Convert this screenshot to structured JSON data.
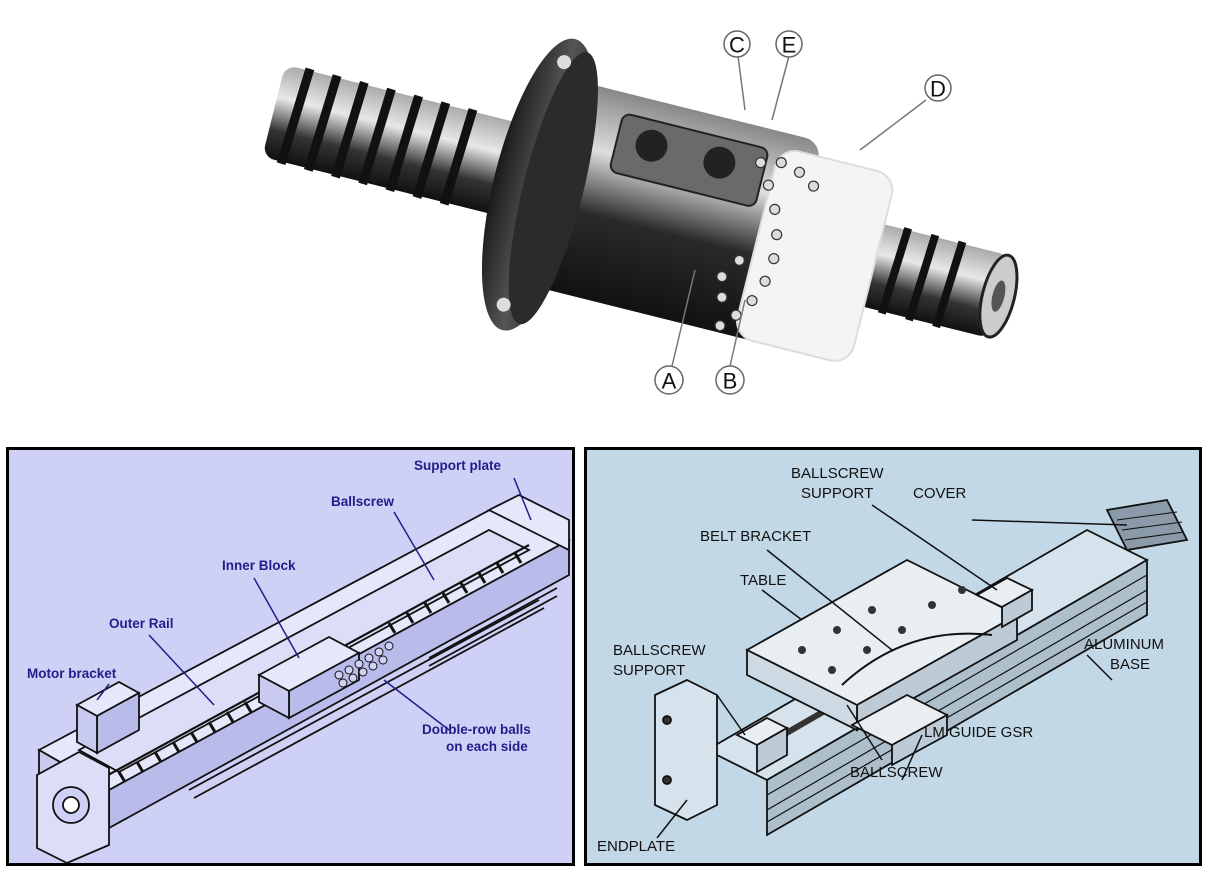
{
  "top_callouts": {
    "a": "A",
    "b": "B",
    "c": "C",
    "d": "D",
    "e": "E"
  },
  "left_labels": {
    "support_plate": "Support plate",
    "ballscrew": "Ballscrew",
    "inner_block": "Inner Block",
    "outer_rail": "Outer Rail",
    "motor_bracket": "Motor bracket",
    "double_row_1": "Double-row balls",
    "double_row_2": "on each side"
  },
  "right_labels": {
    "ballscrew_support_top_1": "BALLSCREW",
    "ballscrew_support_top_2": "SUPPORT",
    "cover": "COVER",
    "belt_bracket": "BELT BRACKET",
    "table": "TABLE",
    "ballscrew_support_left_1": "BALLSCREW",
    "ballscrew_support_left_2": "SUPPORT",
    "aluminum_base_1": "ALUMINUM",
    "aluminum_base_2": "BASE",
    "lm_guide": "LM GUIDE GSR",
    "ballscrew": "BALLSCREW",
    "endplate": "ENDPLATE"
  },
  "colors": {
    "left_bg": "#cfd0f6",
    "left_text": "#1f1f8a",
    "right_bg": "#c2d8e6",
    "right_text": "#111111"
  }
}
